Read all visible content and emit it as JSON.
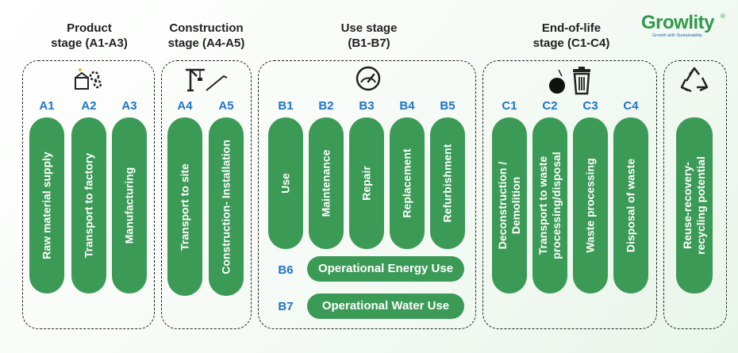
{
  "logo": {
    "word": "Growlity",
    "mark": "®",
    "tagline": "Growth with Sustainability"
  },
  "stages": {
    "product": {
      "title_line1": "Product",
      "title_line2": "stage (A1-A3)",
      "icon": "factory-gears-icon",
      "modules": [
        {
          "code": "A1",
          "label": "Raw material supply"
        },
        {
          "code": "A2",
          "label": "Transport to factory"
        },
        {
          "code": "A3",
          "label": "Manufacturing"
        }
      ]
    },
    "construction": {
      "title_line1": "Construction",
      "title_line2": "stage (A4-A5)",
      "icon": "crane-icon",
      "modules": [
        {
          "code": "A4",
          "label": "Transport to site"
        },
        {
          "code": "A5",
          "label": "Construction- Installation"
        }
      ]
    },
    "use": {
      "title_line1": "Use stage",
      "title_line2": "(B1-B7)",
      "icon": "gauge-icon",
      "modules": [
        {
          "code": "B1",
          "label": "Use"
        },
        {
          "code": "B2",
          "label": "Maintenance"
        },
        {
          "code": "B3",
          "label": "Repair"
        },
        {
          "code": "B4",
          "label": "Replacement"
        },
        {
          "code": "B5",
          "label": "Refurbishment"
        }
      ],
      "operational": [
        {
          "code": "B6",
          "label": "Operational Energy Use"
        },
        {
          "code": "B7",
          "label": "Operational Water Use"
        }
      ]
    },
    "eol": {
      "title_line1": "End-of-life",
      "title_line2": "stage (C1-C4)",
      "icon": "wrecking-ball-trash-icon",
      "modules": [
        {
          "code": "C1",
          "line1": "Deconstruction /",
          "line2": "Demolition"
        },
        {
          "code": "C2",
          "line1": "Transport to waste",
          "line2": "processing/disposal"
        },
        {
          "code": "C3",
          "line1": "Waste processing",
          "line2": ""
        },
        {
          "code": "C4",
          "line1": "Disposal of waste",
          "line2": ""
        }
      ]
    },
    "beyond": {
      "icon": "recycle-icon",
      "line1": "Reuse-recovery-",
      "line2": "recycling potential"
    }
  },
  "colors": {
    "pill": "#3c9a57",
    "code": "#1f74c9",
    "logo": "#2f9a4a"
  }
}
